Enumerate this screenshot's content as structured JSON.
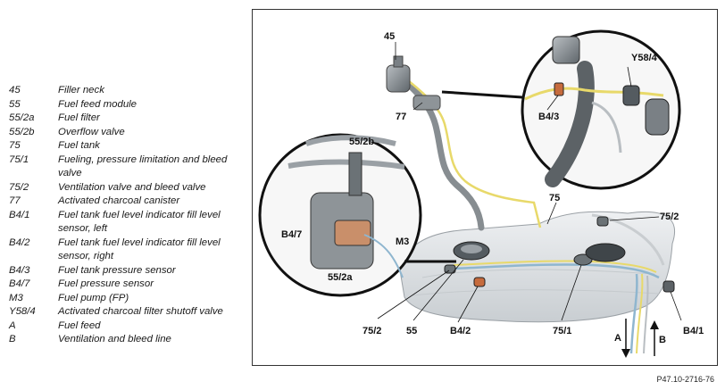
{
  "legend": [
    {
      "code": "45",
      "desc": "Filler neck"
    },
    {
      "code": "55",
      "desc": "Fuel feed module"
    },
    {
      "code": "55/2a",
      "desc": "Fuel filter"
    },
    {
      "code": "55/2b",
      "desc": "Overflow valve"
    },
    {
      "code": "75",
      "desc": "Fuel tank"
    },
    {
      "code": "75/1",
      "desc": "Fueling, pressure limitation and bleed valve"
    },
    {
      "code": "75/2",
      "desc": "Ventilation valve and bleed valve"
    },
    {
      "code": "77",
      "desc": "Activated charcoal canister"
    },
    {
      "code": "B4/1",
      "desc": "Fuel tank fuel level indicator fill level sensor, left"
    },
    {
      "code": "B4/2",
      "desc": "Fuel tank fuel level indicator fill level sensor, right"
    },
    {
      "code": "B4/3",
      "desc": "Fuel tank pressure sensor"
    },
    {
      "code": "B4/7",
      "desc": "Fuel pressure sensor"
    },
    {
      "code": "M3",
      "desc": "Fuel pump (FP)"
    },
    {
      "code": "Y58/4",
      "desc": "Activated charcoal filter shutoff valve"
    },
    {
      "code": "A",
      "desc": "Fuel feed"
    },
    {
      "code": "B",
      "desc": "Ventilation and bleed line"
    }
  ],
  "callouts": {
    "c45": "45",
    "c77": "77",
    "c55_2b": "55/2b",
    "c75": "75",
    "c75_2_right": "75/2",
    "c75_2_left": "75/2",
    "c55": "55",
    "c75_1": "75/1",
    "cB4_2": "B4/2",
    "cB4_1": "B4/1",
    "cB4_7": "B4/7",
    "cM3": "M3",
    "c55_2a": "55/2a",
    "cY58_4": "Y58/4",
    "cB4_3": "B4/3",
    "cA": "A",
    "cB": "B"
  },
  "figure_id": "P47.10-2716-76",
  "colors": {
    "tank": "#dfe3e6",
    "pipe_gray": "#8d9296",
    "line_yellow": "#e8d96a",
    "line_blue": "#8fb6cf",
    "metal": "#6e7478"
  }
}
